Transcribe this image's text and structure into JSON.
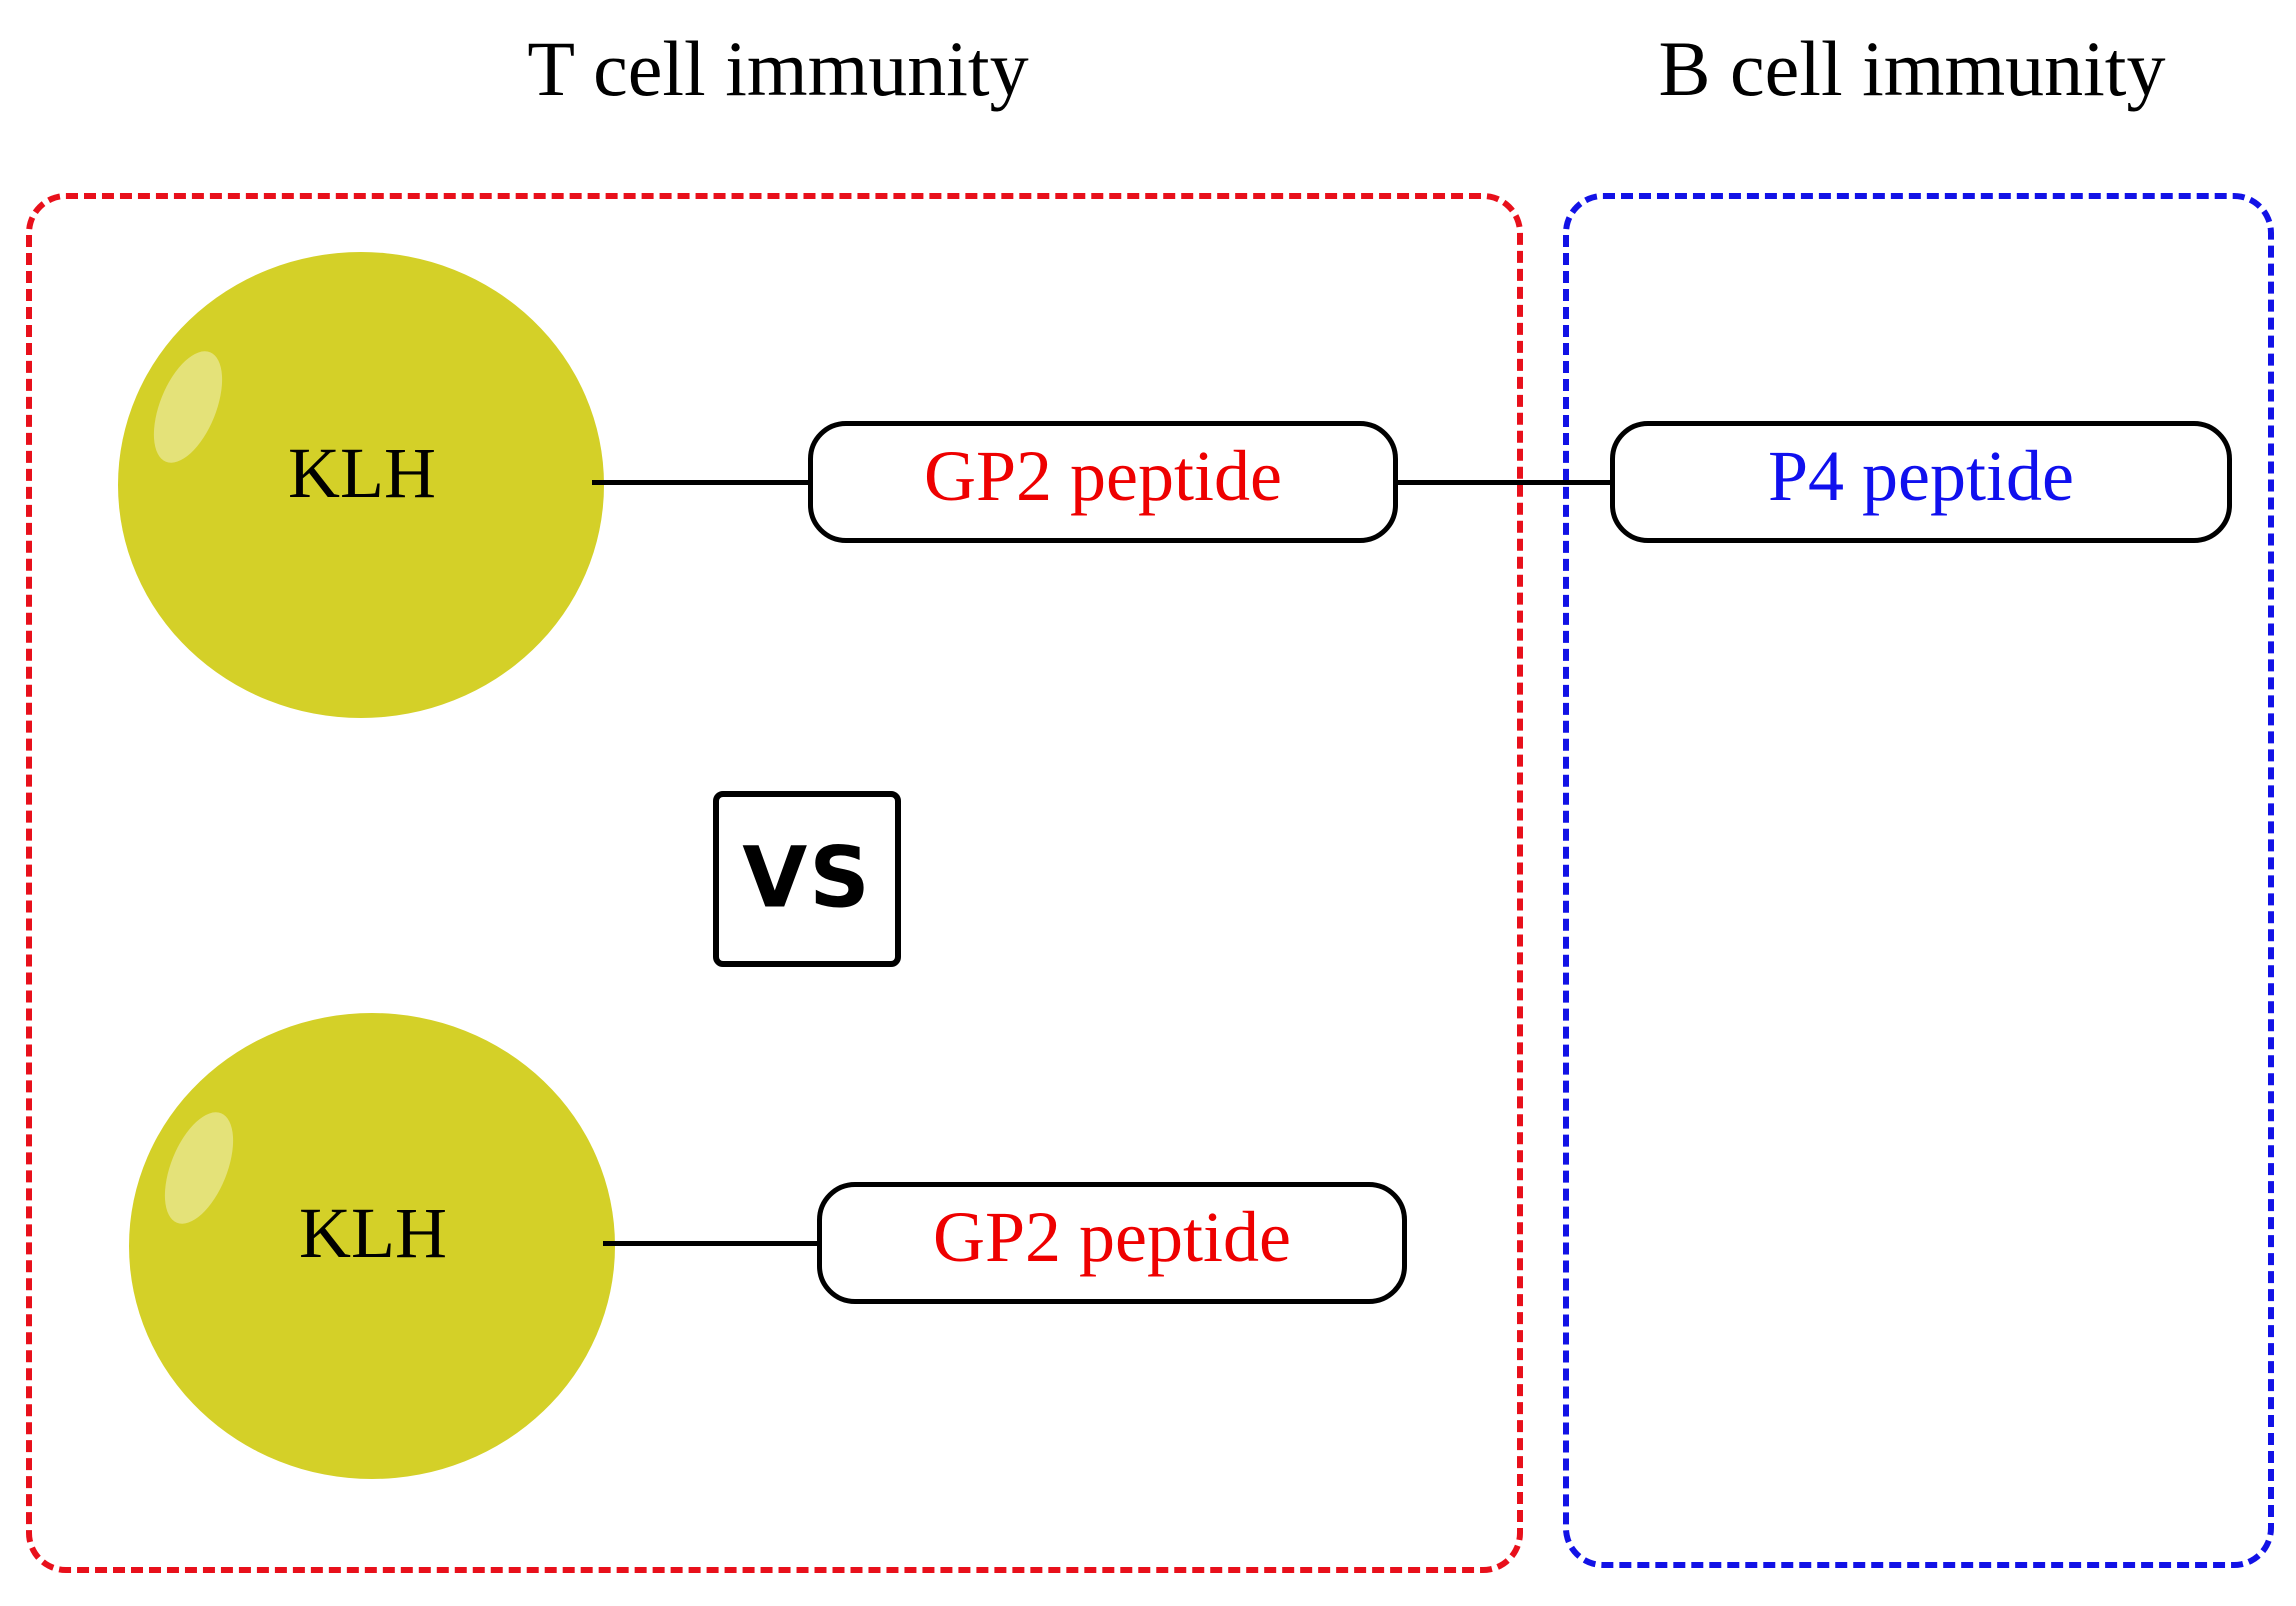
{
  "headings": {
    "t_cell": "T cell immunity",
    "b_cell": "B cell immunity"
  },
  "colors": {
    "t_cell_panel": "#e8101b",
    "b_cell_panel": "#1212e6",
    "sphere_fill": "#d4d028",
    "gp2_text": "#ee0000",
    "p4_text": "#1010ee",
    "line": "#000000"
  },
  "constructs": {
    "top": {
      "carrier": "KLH",
      "t_epitope": "GP2 peptide",
      "b_epitope": "P4 peptide"
    },
    "bottom": {
      "carrier": "KLH",
      "t_epitope": "GP2 peptide"
    }
  },
  "comparison_label": "VS"
}
